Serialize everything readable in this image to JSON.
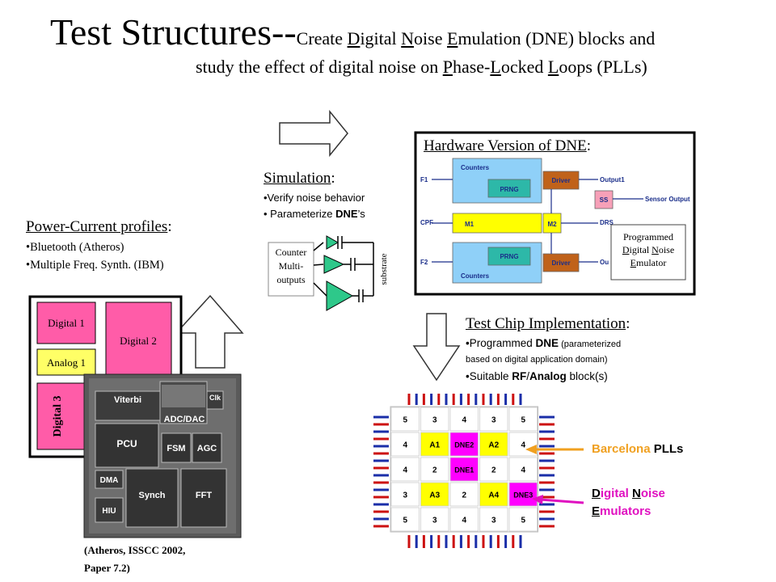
{
  "title": {
    "big": "Test Structures--",
    "small_pre": "Create ",
    "small_parts": [
      {
        "t": "D",
        "u": true
      },
      {
        "t": "igital ",
        "u": false
      },
      {
        "t": "N",
        "u": true
      },
      {
        "t": "oise ",
        "u": false
      },
      {
        "t": "E",
        "u": true
      },
      {
        "t": "mulation (DNE) blocks and",
        "u": false
      }
    ],
    "line2_parts": [
      {
        "t": "study the effect of digital noise on ",
        "u": false
      },
      {
        "t": "P",
        "u": true
      },
      {
        "t": "hase-",
        "u": false
      },
      {
        "t": "L",
        "u": true
      },
      {
        "t": "ocked ",
        "u": false
      },
      {
        "t": "L",
        "u": true
      },
      {
        "t": "oops (PLLs)",
        "u": false
      }
    ]
  },
  "power": {
    "heading": "Power-Current profiles",
    "colon": ":",
    "bullets": [
      "•Bluetooth (Atheros)",
      "•Multiple Freq. Synth. (IBM)"
    ]
  },
  "floorplan": {
    "digital1": "Digital 1",
    "digital2": "Digital 2",
    "analog1": "Analog 1",
    "digital3": "Digital 3"
  },
  "die": {
    "blocks": [
      "Viterbi",
      "ADC/DAC",
      "Clk",
      "PCU",
      "FSM",
      "AGC",
      "DMA",
      "Synch",
      "FFT",
      "HIU"
    ],
    "citation_line1": "(Atheros, ISSCC 2002,",
    "citation_line2": "Paper 7.2)"
  },
  "simulation": {
    "heading": "Simulation",
    "colon": ":",
    "bullet1": "•Verify noise behavior",
    "bullet2_pre": "• Parameterize ",
    "bullet2_bold": "DNE",
    "bullet2_post": "’s",
    "counter_lines": [
      "Counter",
      "Multi-",
      "outputs"
    ],
    "substrate": "substrate"
  },
  "hardware": {
    "heading": "Hardware Version of DNE",
    "colon": ":",
    "labels": {
      "counters": "Counters",
      "prng": "PRNG",
      "driver": "Driver",
      "m1": "M1",
      "m2": "M2",
      "ss": "SS",
      "output1": "Output1",
      "sensor_output": "Sensor Output",
      "drs": "DRS",
      "f1": "F1",
      "cpf": "CPF",
      "f2": "F2",
      "out": "Ou"
    },
    "programmed": [
      [
        {
          "t": "Programmed",
          "u": false
        }
      ],
      [
        {
          "t": "D",
          "u": true
        },
        {
          "t": "igital ",
          "u": false
        },
        {
          "t": "N",
          "u": true
        },
        {
          "t": "oise",
          "u": false
        }
      ],
      [
        {
          "t": "E",
          "u": true
        },
        {
          "t": "mulator",
          "u": false
        }
      ]
    ]
  },
  "testchip": {
    "heading": "Test Chip Implementation",
    "colon": ":",
    "b1_pre": "•Programmed ",
    "b1_bold": "DNE",
    "b1_small": " (parameterized",
    "b1_line2": "based on digital application domain)",
    "b2_pre": "•Suitable ",
    "b2_bold1": "RF",
    "b2_mid": "/",
    "b2_bold2": "Analog",
    "b2_post": " block(s)"
  },
  "chip": {
    "grid": [
      [
        "5",
        "3",
        "4",
        "3",
        "5"
      ],
      [
        "4",
        "A1",
        "DNE2",
        "A2",
        "4"
      ],
      [
        "4",
        "2",
        "DNE1",
        "2",
        "4"
      ],
      [
        "3",
        "A3",
        "2",
        "A4",
        "DNE3"
      ],
      [
        "5",
        "3",
        "4",
        "3",
        "5"
      ]
    ]
  },
  "legend": {
    "pll_part1": "Barcelona ",
    "pll_part2": "PLLs",
    "dne_line1": [
      {
        "t": "D",
        "u": true
      },
      {
        "t": "igital ",
        "u": false
      },
      {
        "t": "N",
        "u": true
      },
      {
        "t": "oise",
        "u": false
      }
    ],
    "dne_line2": [
      {
        "t": "E",
        "u": true
      },
      {
        "t": "mulators",
        "u": false
      }
    ]
  },
  "colors": {
    "pink": "#ff5ca8",
    "analog_yellow": "#ffff66",
    "chip_yellow": "#ffff00",
    "magenta": "#ff00ff",
    "orange": "#f5a623",
    "pll_orange": "#f0a020",
    "dne_magenta": "#e010c0",
    "hw_blue": "#8fd0f8",
    "hw_teal": "#2db8a8",
    "hw_driver": "#c0621a",
    "hw_pink": "#f7a0b8",
    "pin_red": "#cc1010",
    "pin_blue": "#1a2ea8"
  }
}
